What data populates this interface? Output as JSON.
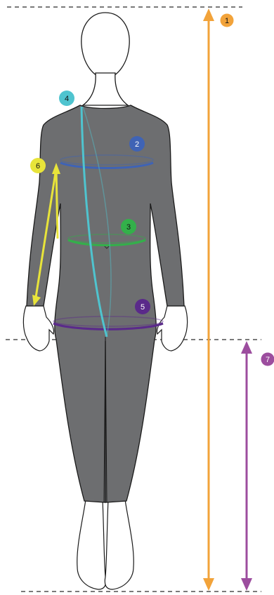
{
  "figure": {
    "colors": {
      "garment": "#6d6e70",
      "outline": "#1a1a1a",
      "skin": "#ffffff",
      "guide_line": "#2b2b2b"
    },
    "markers": [
      {
        "number": "1",
        "color": "#f2a33a",
        "measure": "full-height-arrow"
      },
      {
        "number": "2",
        "color": "#3f63b5",
        "measure": "chest-ring"
      },
      {
        "number": "3",
        "color": "#33b04a",
        "measure": "waist-ring"
      },
      {
        "number": "4",
        "color": "#4fc4cf",
        "measure": "diagonal-line"
      },
      {
        "number": "5",
        "color": "#5a2a8a",
        "measure": "hip-ring"
      },
      {
        "number": "6",
        "color": "#e8e43a",
        "measure": "arm-arrow"
      },
      {
        "number": "7",
        "color": "#9c4d9e",
        "measure": "lower-height-arrow"
      }
    ]
  }
}
